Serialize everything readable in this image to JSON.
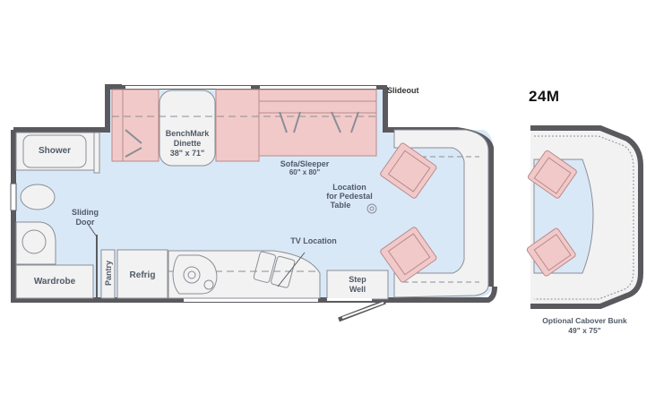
{
  "model": "24M",
  "labels": {
    "slideout": "Slideout",
    "shower": "Shower",
    "dinette_line1": "BenchMark",
    "dinette_line2": "Dinette",
    "dinette_size": "38\" x 71\"",
    "sofa_line1": "Sofa/Sleeper",
    "sofa_size": "60\" x 80\"",
    "pedestal_line1": "Location",
    "pedestal_line2": "for Pedestal",
    "pedestal_line3": "Table",
    "sliding_door_line1": "Sliding",
    "sliding_door_line2": "Door",
    "tv_location": "TV Location",
    "pantry": "Pantry",
    "refrig": "Refrig",
    "wardrobe": "Wardrobe",
    "step_line1": "Step",
    "step_line2": "Well",
    "cabover_line1": "Optional Cabover Bunk",
    "cabover_size": "49\" x 75\""
  },
  "colors": {
    "wall": "#5a5a5e",
    "floor": "#d9e8f6",
    "furniture": "#f2c9c9",
    "furniture_edge": "#b88a8c",
    "fixture": "#f2f2f2",
    "fixture_edge": "#8a8e96",
    "label": "#505a68"
  }
}
